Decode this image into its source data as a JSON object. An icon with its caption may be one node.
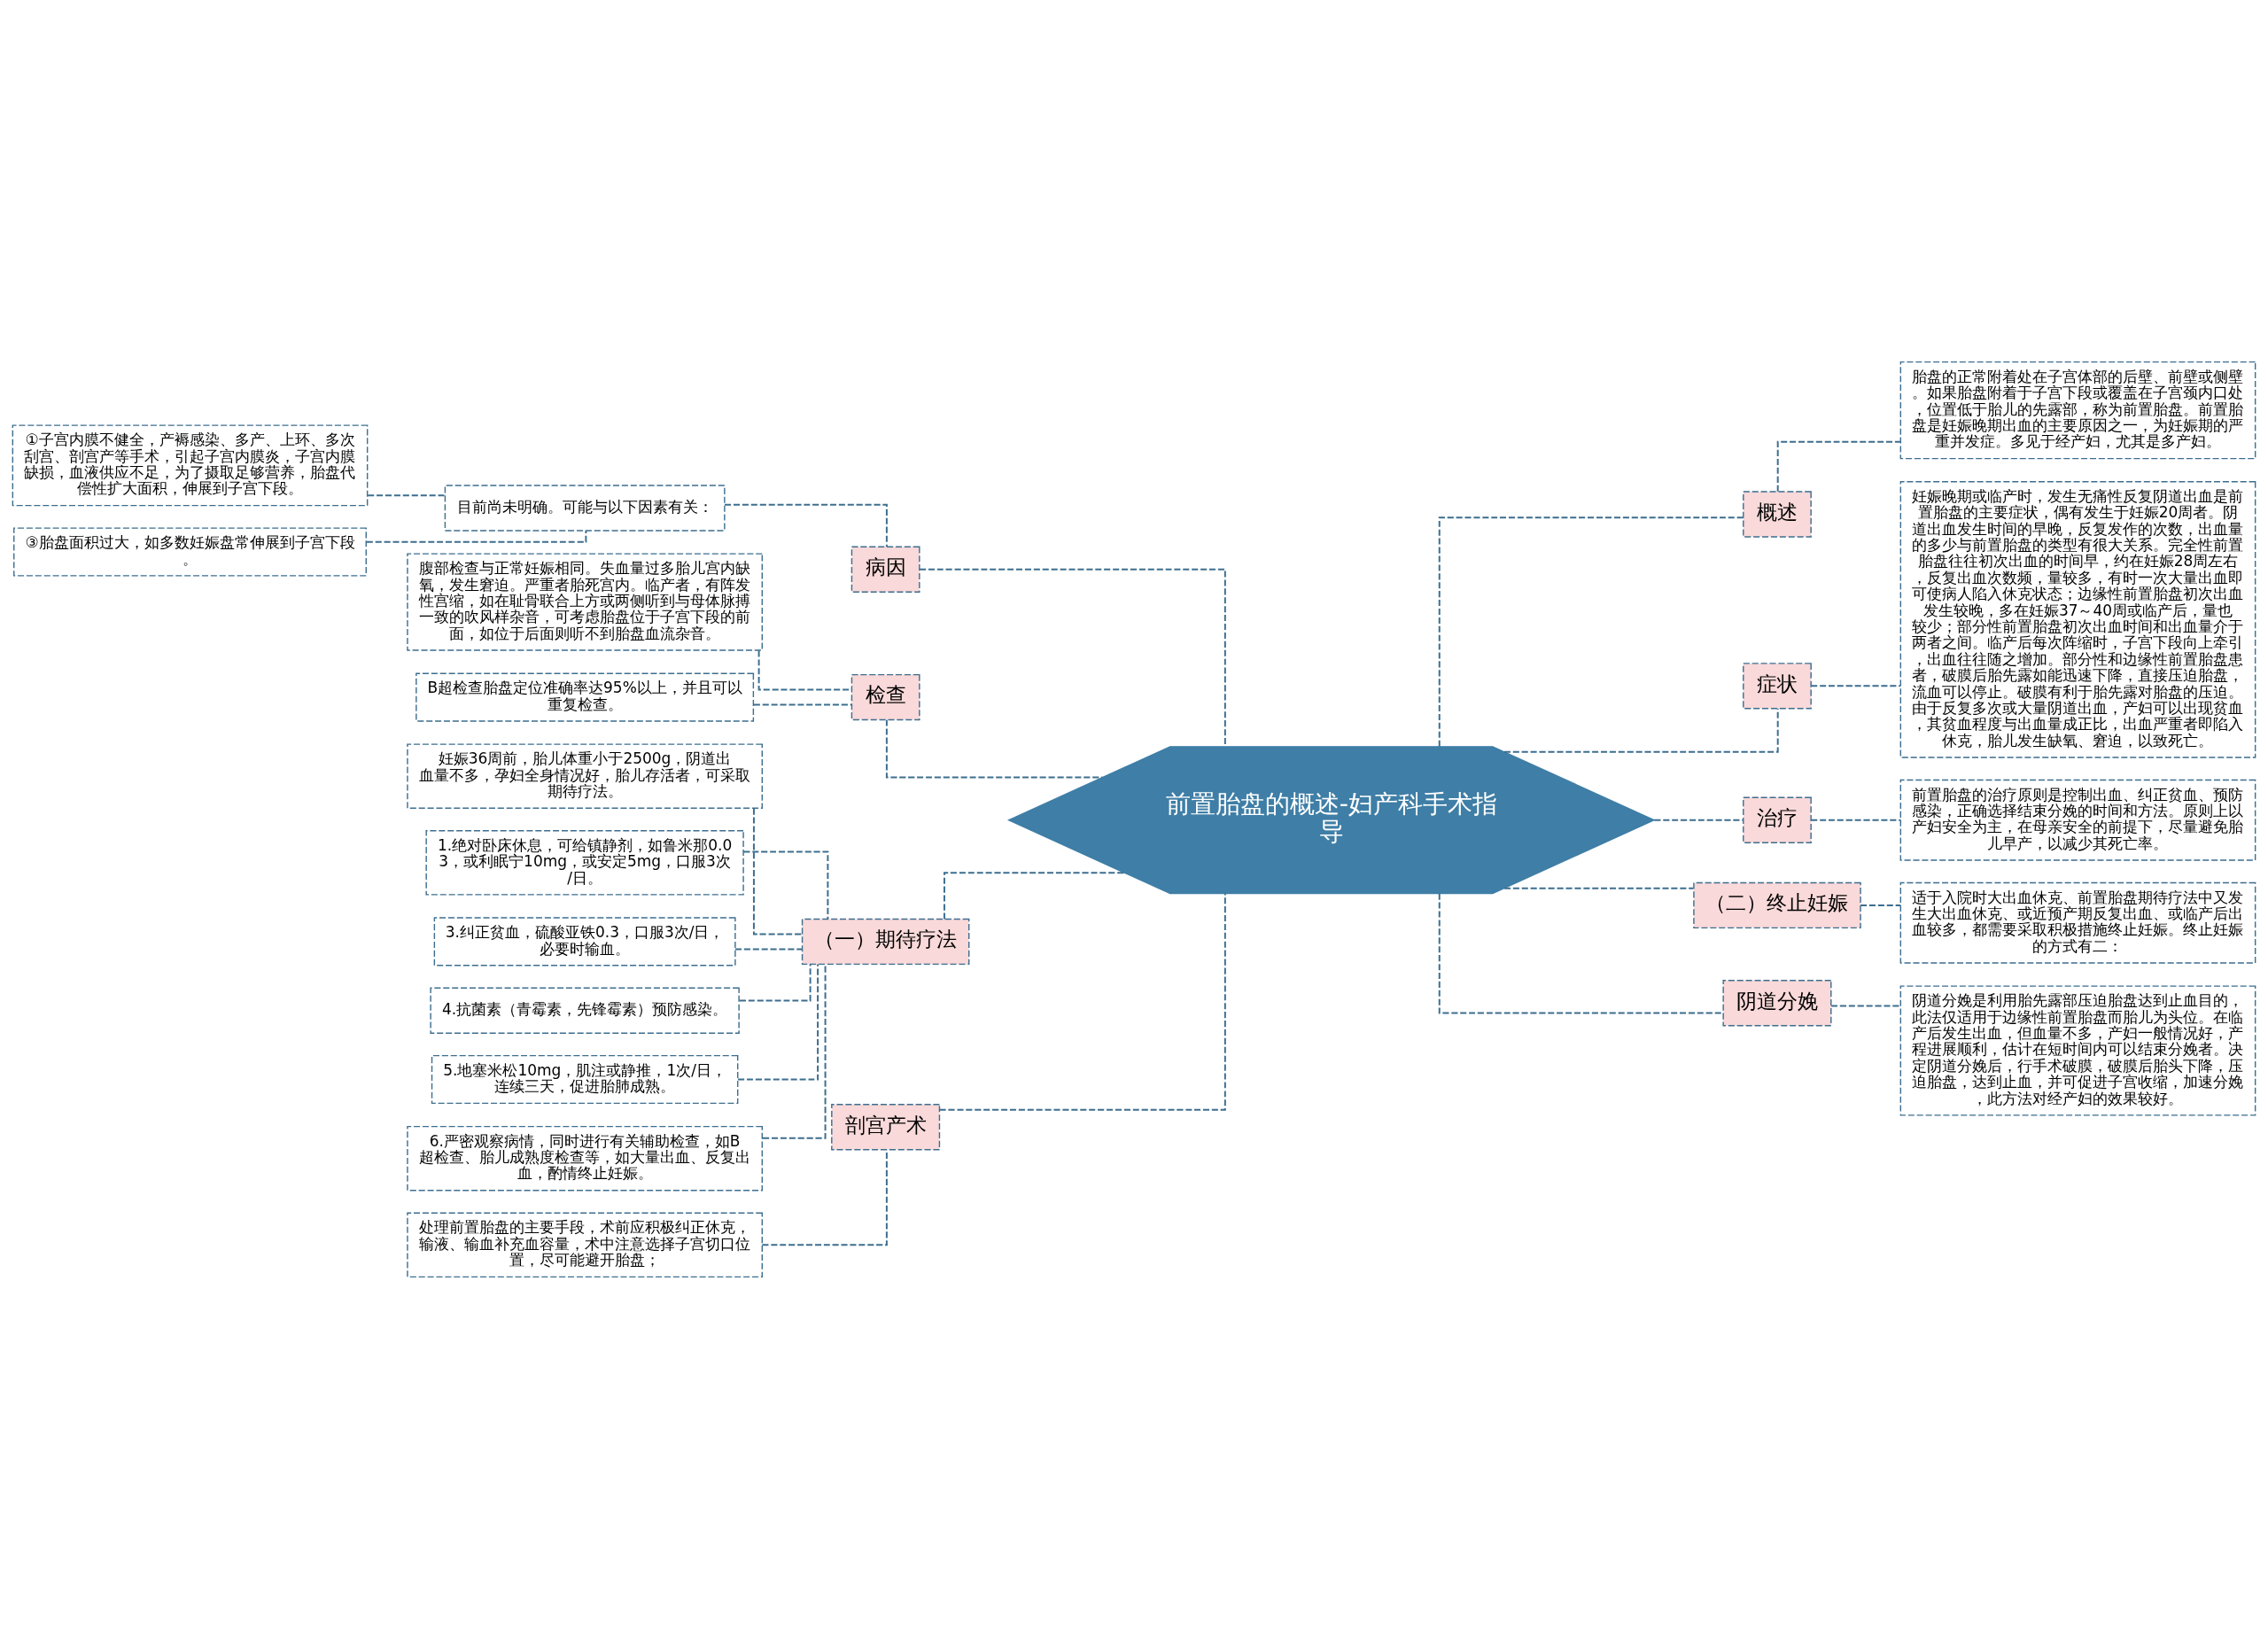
{
  "diagram": {
    "nodes": [
      {
        "text": [
          "前置胎盘的概述-妇产科手术指导"
        ]
      },
      {
        "text": [
          "病因"
        ]
      },
      {
        "text": [
          "目前尚未明确。可能与以下因素有关："
        ]
      },
      {
        "text": [
          "①子宫内膜不健全，产褥感染、多产、上环、多次刮宫、剖宫产等手术，引起子宫内膜炎，子宫内膜缺损，血液供应不足，为了摄取足够营养，胎盘代偿性扩大面积，伸展到子宫下段。"
        ]
      },
      {
        "text": [
          "③胎盘面积过大，如多数妊娠盘常伸展到子宫下段。"
        ]
      },
      {
        "text": [
          "检查"
        ]
      },
      {
        "text": [
          "腹部检查与正常妊娠相同。失血量过多胎儿宫内缺氧，发生窘迫。严重者胎死宫内。临产者，有阵发性宫缩，如在耻骨联合上方或两侧听到与母体脉搏一致的吹风样杂音，可考虑胎盘位于子宫下段的前面，如位于后面则听不到胎盘血流杂音。"
        ]
      },
      {
        "text": [
          "B超检查胎盘定位准确率达95%以上，并且可以重复检查。"
        ]
      },
      {
        "text": [
          "（一）期待疗法"
        ]
      },
      {
        "text": [
          "妊娠36周前，胎儿体重小于2500g，阴道出血量不多，孕妇全身情况好，胎儿存活者，可采取期待疗法。"
        ]
      },
      {
        "text": [
          "1.绝对卧床休息，可给镇静剂，如鲁米那0.03，或利眠宁10mg，或安定5mg，口服3次/日。"
        ]
      },
      {
        "text": [
          "3.纠正贫血，硫酸亚铁0.3，口服3次/日，必要时输血。"
        ]
      },
      {
        "text": [
          "4.抗菌素（青霉素，先锋霉素）预防感染。"
        ]
      },
      {
        "text": [
          "5.地塞米松10mg，肌注或静推，1次/日，连续三天，促进胎肺成熟。"
        ]
      },
      {
        "text": [
          "6.严密观察病情，同时进行有关辅助检查，如B超检查、胎儿成熟度检查等，如大量出血、反复出血，酌情终止妊娠。"
        ]
      },
      {
        "text": [
          "剖宫产术"
        ]
      },
      {
        "text": [
          "处理前置胎盘的主要手段，术前应积极纠正休克，输液、输血补充血容量，术中注意选择子宫切口位置，尽可能避开胎盘；"
        ]
      },
      {
        "text": [
          "概述"
        ]
      },
      {
        "text": [
          "胎盘的正常附着处在子宫体部的后壁、前壁或侧壁。如果胎盘附着于子宫下段或覆盖在子宫颈内口处，位置低于胎儿的先露部，称为前置胎盘。前置胎盘是妊娠晚期出血的主要原因之一，为妊娠期的严重并发症。多见于经产妇，尤其是多产妇。"
        ]
      },
      {
        "text": [
          "症状"
        ]
      },
      {
        "text": [
          "妊娠晚期或临产时，发生无痛性反复阴道出血是前置胎盘的主要症状，偶有发生于妊娠20周者。阴道出血发生时间的早晚，反复发作的次数，出血量的多少与前置胎盘的类型有很大关系。完全性前置胎盘往往初次出血的时间早，约在妊娠28周左右，反复出血次数频，量较多，有时一次大量出血即可使病人陷入休克状态；边缘性前置胎盘初次出血发生较晚，多在妊娠37～40周或临产后，量也较少；部分性前置胎盘初次出血时间和出血量介于两者之间。临产后每次阵缩时，子宫下段向上牵引，出血往往随之增加。部分性和边缘性前置胎盘患者，破膜后胎先露如能迅速下降，直接压迫胎盘，流血可以停止。破膜有利于胎先露对胎盘的压迫。由于反复多次或大量阴道出血，产妇可以出现贫血，其贫血程度与出血量成正比，出血严重者即陷入休克，胎儿发生缺氧、窘迫，以致死亡。"
        ]
      },
      {
        "text": [
          "治疗"
        ]
      },
      {
        "text": [
          "前置胎盘的治疗原则是控制出血、纠正贫血、预防感染，正确选择结束分娩的时间和方法。原则上以产妇安全为主，在母亲安全的前提下，尽量避免胎儿早产，以减少其死亡率。"
        ]
      },
      {
        "text": [
          "（二）终止妊娠"
        ]
      },
      {
        "text": [
          "适于入院时大出血休克、前置胎盘期待疗法中又发生大出血休克、或近预产期反复出血、或临产后出血较多，都需要采取积极措施终止妊娠。终止妊娠的方式有二："
        ]
      },
      {
        "text": [
          "阴道分娩"
        ]
      },
      {
        "text": [
          "阴道分娩是利用胎先露部压迫胎盘达到止血目的，此法仅适用于边缘性前置胎盘而胎儿为头位。在临产后发生出血，但血量不多，产妇一般情况好，产程进展顺利，估计在短时间内可以结束分娩者。决定阴道分娩后，行手术破膜，破膜后胎头下降，压迫胎盘，达到止血，并可促进子宫收缩，加速分娩，此方法对经产妇的效果较好。"
        ]
      }
    ],
    "edges": [
      {
        "from": 0,
        "to": 1,
        "arrow": "none"
      },
      {
        "from": 1,
        "to": 2,
        "arrow": "none"
      },
      {
        "from": 2,
        "to": 3,
        "arrow": "none"
      },
      {
        "from": 2,
        "to": 4,
        "arrow": "none"
      },
      {
        "from": 0,
        "to": 5,
        "arrow": "none"
      },
      {
        "from": 5,
        "to": 6,
        "arrow": "none"
      },
      {
        "from": 5,
        "to": 7,
        "arrow": "none"
      },
      {
        "from": 0,
        "to": 8,
        "arrow": "none"
      },
      {
        "from": 8,
        "to": 9,
        "arrow": "none"
      },
      {
        "from": 8,
        "to": 10,
        "arrow": "none"
      },
      {
        "from": 8,
        "to": 11,
        "arrow": "none"
      },
      {
        "from": 8,
        "to": 12,
        "arrow": "none"
      },
      {
        "from": 8,
        "to": 13,
        "arrow": "none"
      },
      {
        "from": 8,
        "to": 14,
        "arrow": "none"
      },
      {
        "from": 0,
        "to": 15,
        "arrow": "none"
      },
      {
        "from": 15,
        "to": 16,
        "arrow": "none"
      },
      {
        "from": 0,
        "to": 17,
        "arrow": "none"
      },
      {
        "from": 17,
        "to": 18,
        "arrow": "none"
      },
      {
        "from": 0,
        "to": 19,
        "arrow": "none"
      },
      {
        "from": 19,
        "to": 20,
        "arrow": "none"
      },
      {
        "from": 0,
        "to": 21,
        "arrow": "none"
      },
      {
        "from": 21,
        "to": 22,
        "arrow": "none"
      },
      {
        "from": 0,
        "to": 23,
        "arrow": "none"
      },
      {
        "from": 23,
        "to": 24,
        "arrow": "none"
      },
      {
        "from": 0,
        "to": 25,
        "arrow": "none"
      },
      {
        "from": 25,
        "to": 26,
        "arrow": "none"
      }
    ]
  }
}
